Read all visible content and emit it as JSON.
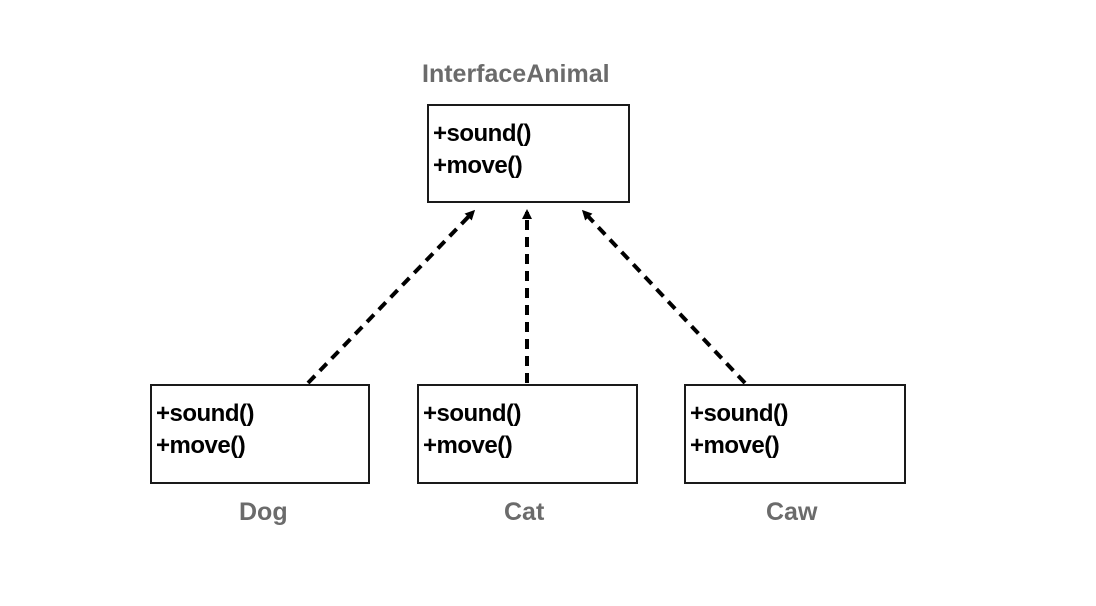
{
  "diagram": {
    "interface": {
      "name": "InterfaceAnimal",
      "methods": [
        "+sound()",
        "+move()"
      ]
    },
    "classes": [
      {
        "name": "Dog",
        "methods": [
          "+sound()",
          "+move()"
        ]
      },
      {
        "name": "Cat",
        "methods": [
          "+sound()",
          "+move()"
        ]
      },
      {
        "name": "Caw",
        "methods": [
          "+sound()",
          "+move()"
        ]
      }
    ],
    "relations": [
      {
        "from": "Dog",
        "to": "InterfaceAnimal",
        "style": "dashed-arrow"
      },
      {
        "from": "Cat",
        "to": "InterfaceAnimal",
        "style": "dashed-arrow"
      },
      {
        "from": "Caw",
        "to": "InterfaceAnimal",
        "style": "dashed-arrow"
      }
    ],
    "colors": {
      "label": "#6b6b6b",
      "border": "#1a1a1a",
      "text": "#000000",
      "edge": "#000000"
    }
  }
}
